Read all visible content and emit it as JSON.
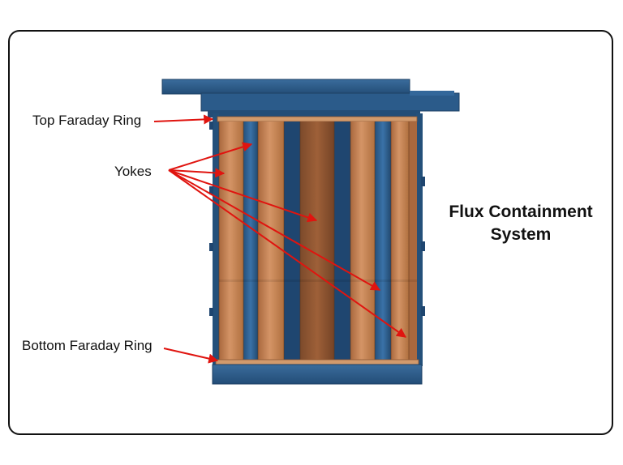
{
  "title": {
    "line1": "Flux Containment",
    "line2": "System"
  },
  "labels": {
    "top_ring": "Top Faraday Ring",
    "yokes": "Yokes",
    "bottom_ring": "Bottom Faraday Ring"
  },
  "colors": {
    "steel": "#2e5f8e",
    "steel_dark": "#1f4670",
    "copper": "#c98656",
    "copper_dark": "#8a5634",
    "arrow": "#e0140f"
  }
}
